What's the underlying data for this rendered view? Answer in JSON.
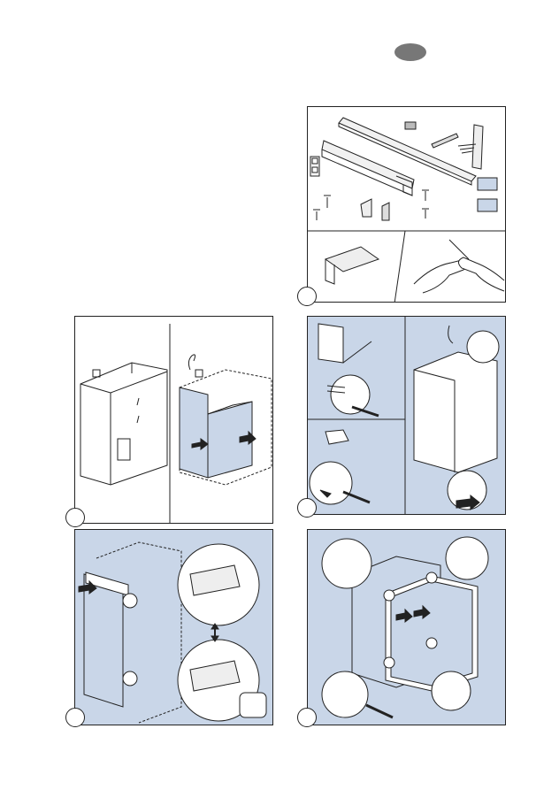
{
  "page": {
    "language_badge_color": "#777777",
    "panel_blue": "#c9d6e8",
    "icons": [
      "language-badge",
      "step-circle"
    ]
  },
  "steps": [
    {
      "id": "parts",
      "icon": "accessory-parts-illustration"
    },
    {
      "id": "cabinet-niche",
      "icon": "cabinet-niche-illustration"
    },
    {
      "id": "door-hinge-fixing",
      "icon": "hinge-screwdriver-illustration"
    },
    {
      "id": "door-bracket-alignment",
      "icon": "door-bracket-illustration"
    },
    {
      "id": "door-frame-fixing",
      "icon": "door-frame-illustration"
    }
  ]
}
